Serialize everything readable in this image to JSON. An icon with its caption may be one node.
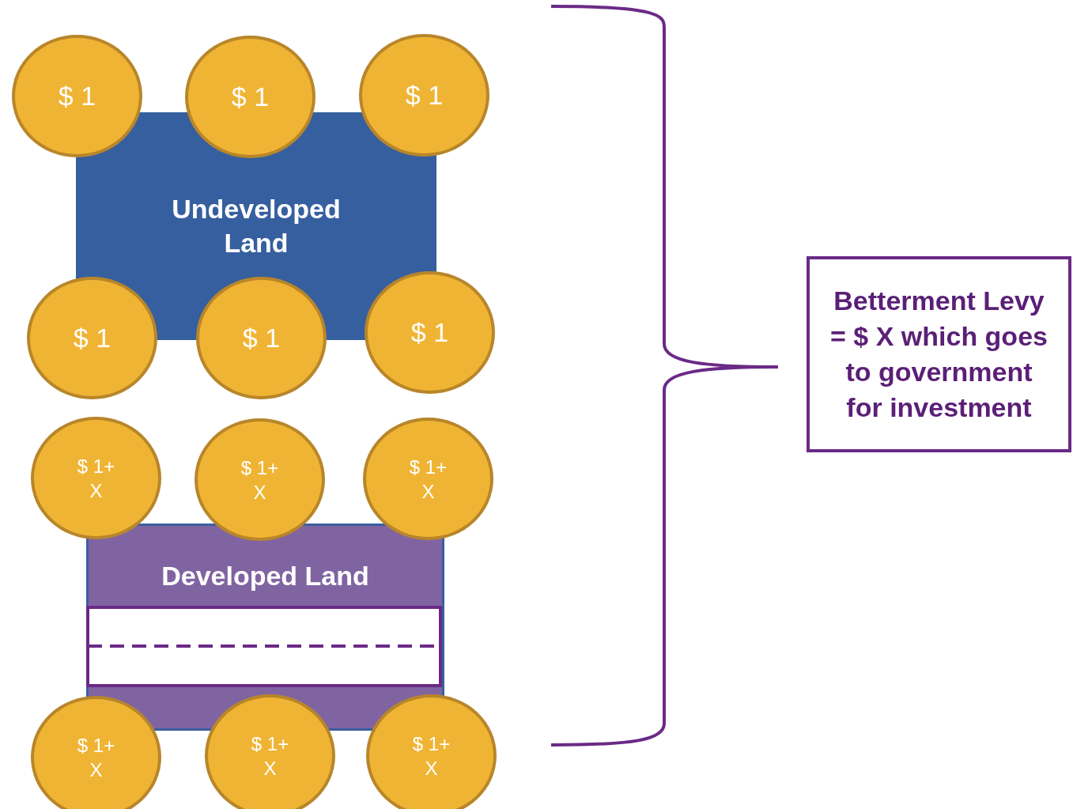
{
  "diagram": {
    "nodes": [
      {
        "text": [
          "$ 1"
        ]
      },
      {
        "text": [
          "$ 1"
        ]
      },
      {
        "text": [
          "$ 1"
        ]
      },
      {
        "text": [
          "Undeveloped Land"
        ]
      },
      {
        "text": [
          "$ 1"
        ]
      },
      {
        "text": [
          "$ 1"
        ]
      },
      {
        "text": [
          "$ 1"
        ]
      },
      {
        "text": [
          "$ 1+ X"
        ]
      },
      {
        "text": [
          "$ 1+ X"
        ]
      },
      {
        "text": [
          "$ 1+ X"
        ]
      },
      {
        "text": [
          "Developed Land"
        ]
      },
      {
        "text": [
          "$ 1+ X"
        ]
      },
      {
        "text": [
          "$ 1+ X"
        ]
      },
      {
        "text": [
          "$ 1+ X"
        ]
      },
      {
        "text": [
          "Betterment Levy = $ X which goes to government for investment"
        ]
      }
    ]
  }
}
